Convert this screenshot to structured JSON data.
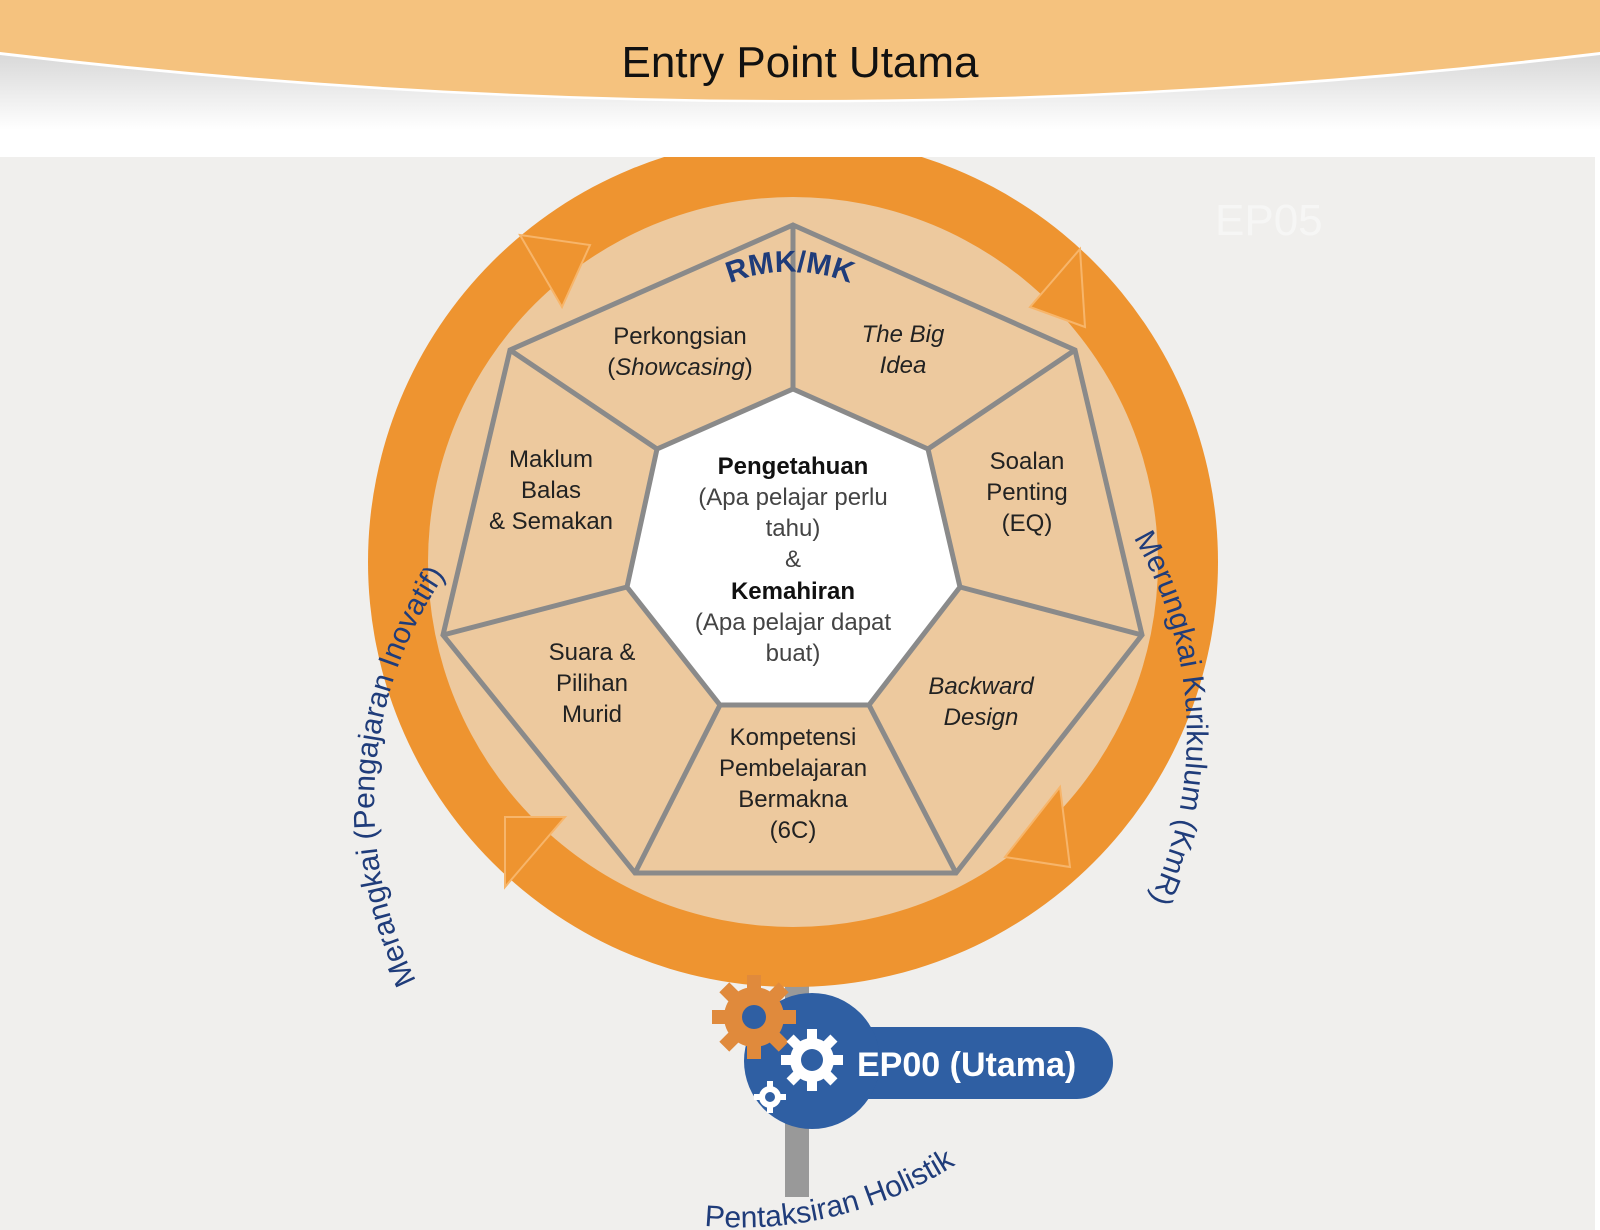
{
  "header": {
    "title": "Entry Point Utama"
  },
  "watermark": {
    "text": "EP05"
  },
  "ring": {
    "top": "RMK/MK",
    "right": "Merungkai Kurikulum (KmR)",
    "bottom": "Pentaksiran Holistik",
    "left": "Merangkai (Pengajaran Inovatif)"
  },
  "segments": {
    "perkongsian": {
      "line1": "Perkongsian",
      "paren_open": "(",
      "line2_italic": "Showcasing",
      "paren_close": ")"
    },
    "big_idea": {
      "line1": "The Big",
      "line2": "Idea"
    },
    "soalan": {
      "line1": "Soalan",
      "line2": "Penting",
      "line3": "(EQ)"
    },
    "backward": {
      "line1": "Backward",
      "line2": "Design"
    },
    "kompetensi": {
      "line1": "Kompetensi",
      "line2": "Pembelajaran",
      "line3": "Bermakna",
      "line4": "(6C)"
    },
    "suara": {
      "line1": "Suara &",
      "line2": "Pilihan",
      "line3": "Murid"
    },
    "maklum": {
      "line1": "Maklum",
      "line2": "Balas",
      "line3": "& Semakan"
    }
  },
  "center": {
    "title1": "Pengetahuan",
    "desc1a": "(Apa pelajar perlu",
    "desc1b": "tahu)",
    "amp": "&",
    "title2": "Kemahiran",
    "desc2a": "(Apa pelajar dapat",
    "desc2b": "buat)"
  },
  "entry_point": {
    "label": "EP00 (Utama)"
  },
  "colors": {
    "header_band": "#f5c27e",
    "ring_orange": "#ee9430",
    "inner_fill": "#edc99e",
    "segment_line": "#8a8a8a",
    "ring_text": "#1f3c7a",
    "badge_blue": "#2f5fa3",
    "gear_orange": "#e08a3c",
    "stem_gray": "#999999"
  },
  "icons": [
    "orange-gear-icon",
    "white-gear-icon",
    "small-white-gear-icon"
  ]
}
